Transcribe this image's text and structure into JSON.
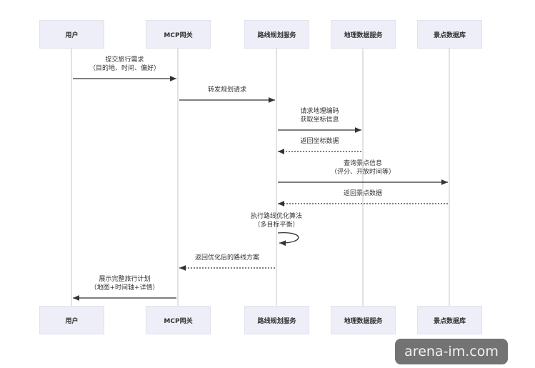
{
  "participants": [
    "用户",
    "MCP网关",
    "路线规划服务",
    "地理数据服务",
    "景点数据库"
  ],
  "messages": [
    {
      "from": 0,
      "to": 1,
      "style": "solid",
      "lines": [
        "提交旅行需求",
        "（目的地、时间、偏好）"
      ]
    },
    {
      "from": 1,
      "to": 2,
      "style": "solid",
      "lines": [
        "转发规划请求"
      ]
    },
    {
      "from": 2,
      "to": 3,
      "style": "solid",
      "lines": [
        "请求地理编码",
        "获取坐标信息"
      ]
    },
    {
      "from": 3,
      "to": 2,
      "style": "dashed",
      "lines": [
        "返回坐标数据"
      ]
    },
    {
      "from": 2,
      "to": 4,
      "style": "solid",
      "lines": [
        "查询景点信息",
        "（评分、开放时间等）"
      ]
    },
    {
      "from": 4,
      "to": 2,
      "style": "dashed",
      "lines": [
        "返回景点数据"
      ]
    },
    {
      "from": 2,
      "to": 2,
      "style": "self",
      "lines": [
        "执行路线优化算法",
        "（多目标平衡）"
      ]
    },
    {
      "from": 2,
      "to": 1,
      "style": "dashed",
      "lines": [
        "返回优化后的路线方案"
      ]
    },
    {
      "from": 1,
      "to": 0,
      "style": "solid",
      "lines": [
        "展示完整旅行计划",
        "（地图+时间轴+详情）"
      ]
    }
  ],
  "watermark": "arena-im.com",
  "colors": {
    "box_fill": "#eeeef8",
    "line": "#333333",
    "lifeline": "#cfcfcf"
  }
}
